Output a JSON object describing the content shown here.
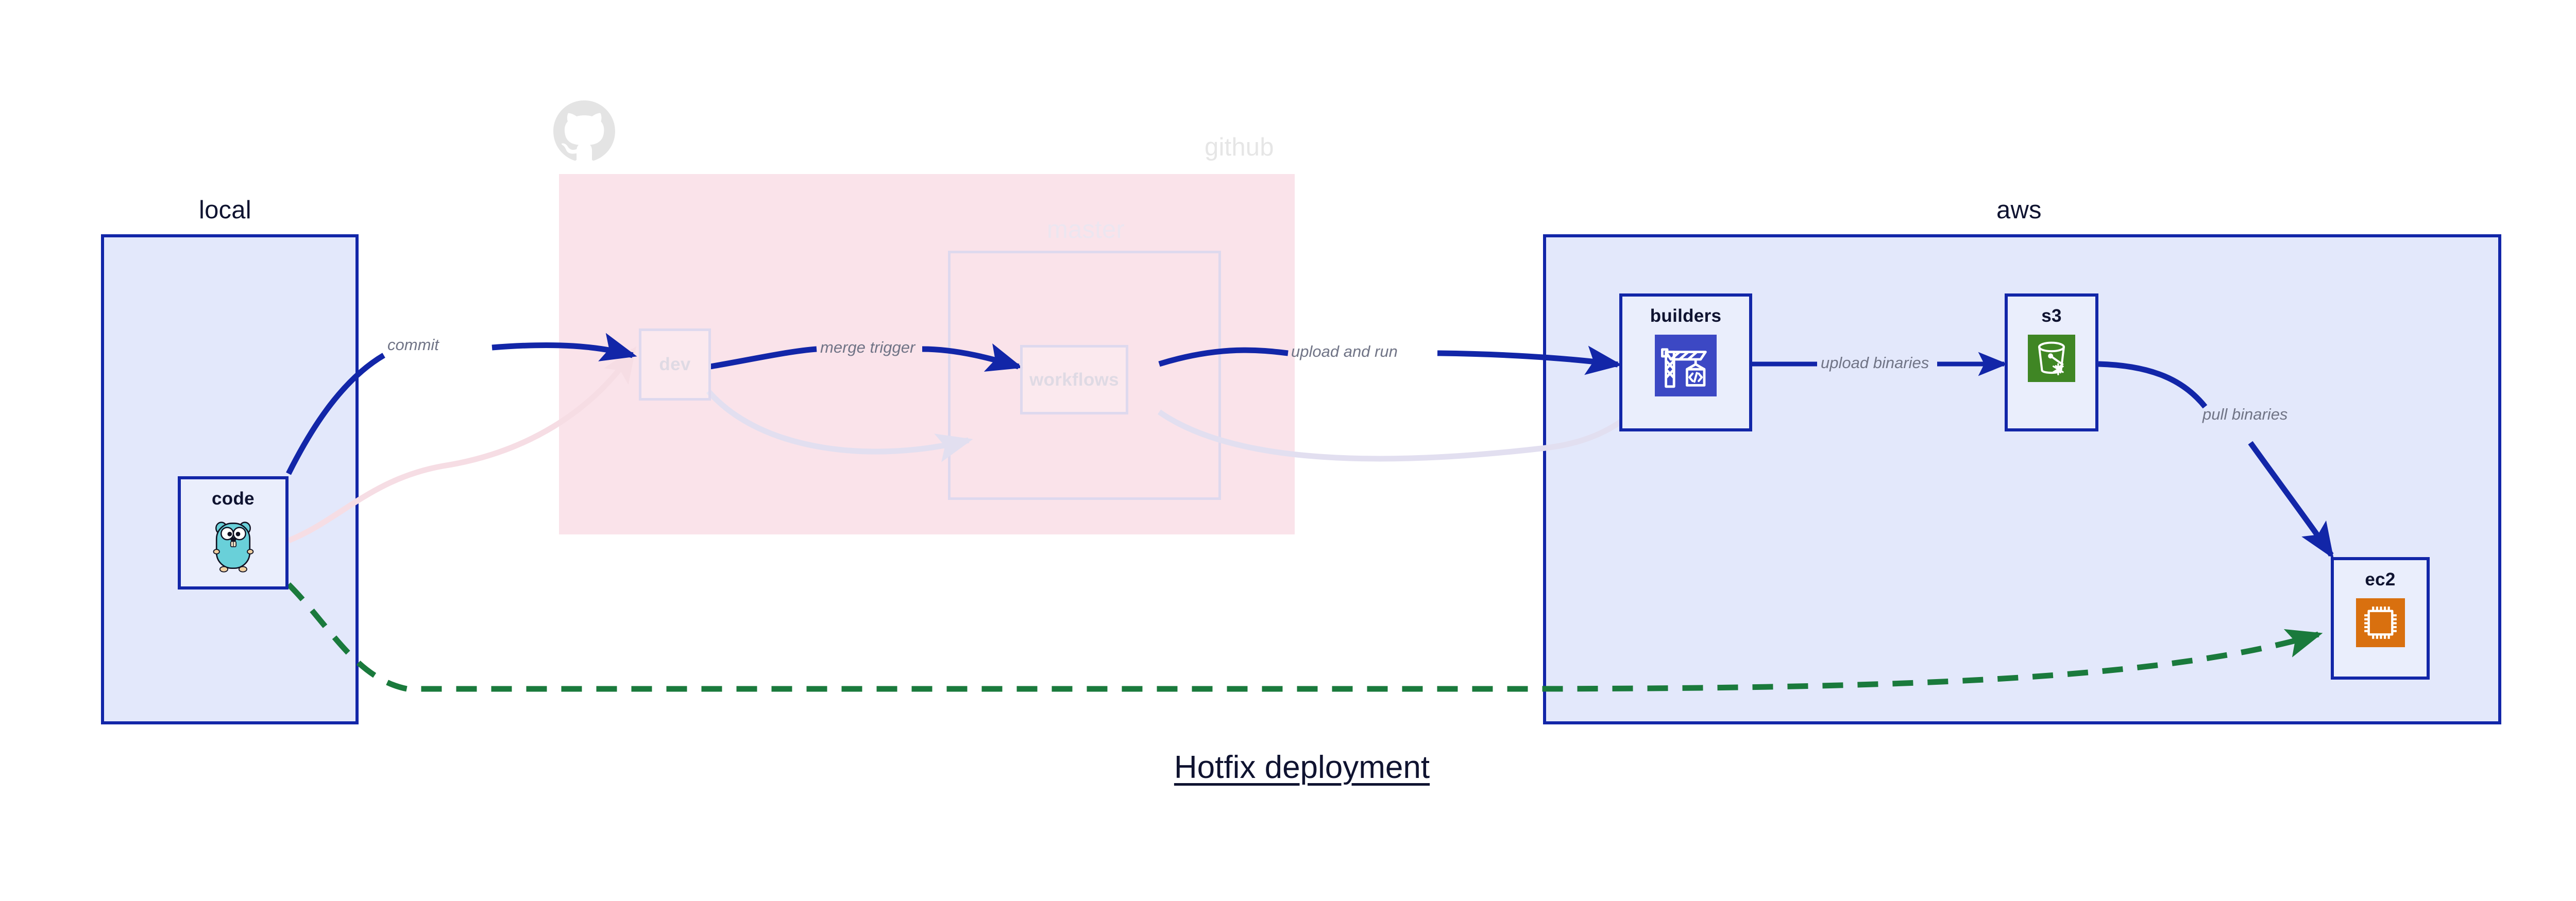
{
  "diagram": {
    "title": "Hotfix deployment",
    "type": "deployment-flow-diagram",
    "colors": {
      "primary_blue": "#1226a8",
      "group_fill_blue": "#e3e8fb",
      "node_fill_blue": "#eaeefc",
      "github_fill_pink": "#fae3ea",
      "faded_border": "#ded9ee",
      "dashed_green": "#1a7a3c",
      "label_gray": "#707486",
      "title_navy": "#0f1330",
      "codebuild_blue": "#3c48c4",
      "s3_green": "#3f8624",
      "ec2_orange": "#d9700f",
      "gopher_cyan": "#69d0d9"
    }
  },
  "groups": [
    {
      "id": "local",
      "label": "local",
      "state": "active"
    },
    {
      "id": "github",
      "label": "github",
      "state": "faded"
    },
    {
      "id": "master",
      "label": "master",
      "state": "faded"
    },
    {
      "id": "aws",
      "label": "aws",
      "state": "active"
    }
  ],
  "nodes": [
    {
      "id": "code",
      "label": "code",
      "icon": "go-gopher-icon",
      "group": "local",
      "state": "active"
    },
    {
      "id": "dev",
      "label": "dev",
      "icon": "none",
      "group": "github",
      "state": "faded"
    },
    {
      "id": "workflows",
      "label": "workflows",
      "icon": "none",
      "group": "master",
      "state": "faded"
    },
    {
      "id": "builders",
      "label": "builders",
      "icon": "aws-codebuild-icon",
      "group": "aws",
      "state": "active"
    },
    {
      "id": "s3",
      "label": "s3",
      "icon": "aws-s3-glacier-icon",
      "group": "aws",
      "state": "active"
    },
    {
      "id": "ec2",
      "label": "ec2",
      "icon": "aws-ec2-chip-icon",
      "group": "aws",
      "state": "active"
    }
  ],
  "edges": [
    {
      "id": "e-commit",
      "from": "code",
      "to": "dev",
      "label": "commit",
      "style": "solid",
      "state": "active"
    },
    {
      "id": "e-merge",
      "from": "dev",
      "to": "workflows",
      "label": "merge trigger",
      "style": "solid",
      "state": "active"
    },
    {
      "id": "e-upload-run",
      "from": "workflows",
      "to": "builders",
      "label": "upload and run",
      "style": "solid",
      "state": "active"
    },
    {
      "id": "e-upload-bin",
      "from": "builders",
      "to": "s3",
      "label": "upload binaries",
      "style": "solid",
      "state": "active"
    },
    {
      "id": "e-pull-bin",
      "from": "s3",
      "to": "ec2",
      "label": "pull binaries",
      "style": "solid",
      "state": "active"
    },
    {
      "id": "e-hotfix",
      "from": "code",
      "to": "ec2",
      "label": "",
      "style": "dashed",
      "state": "active"
    },
    {
      "id": "e-faded-1",
      "from": "code",
      "to": "dev",
      "label": "",
      "style": "solid",
      "state": "faded"
    },
    {
      "id": "e-faded-2",
      "from": "dev",
      "to": "workflows",
      "label": "",
      "style": "solid",
      "state": "faded"
    },
    {
      "id": "e-faded-3",
      "from": "workflows",
      "to": "builders",
      "label": "",
      "style": "solid",
      "state": "faded"
    }
  ]
}
